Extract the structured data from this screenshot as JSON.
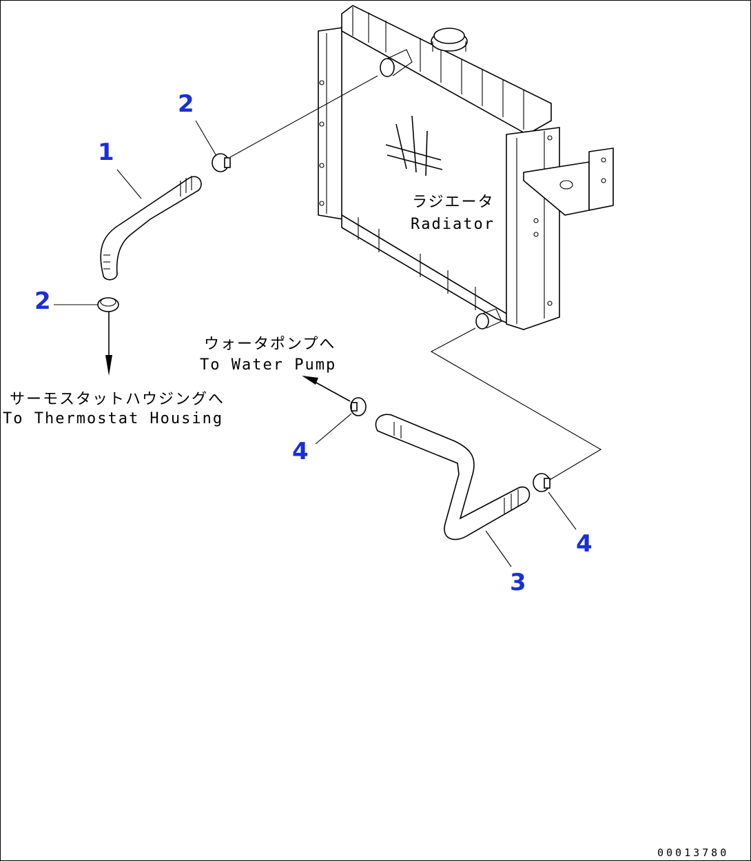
{
  "radiator_label": {
    "jp": "ラジエータ",
    "en": "Radiator"
  },
  "water_pump_label": {
    "jp": "ウォータポンプへ",
    "en": "To Water Pump"
  },
  "thermostat_label": {
    "jp": "サーモスタットハウジングへ",
    "en": "To Thermostat Housing"
  },
  "callouts": {
    "hose_upper": "1",
    "clamp_upper_top": "2",
    "clamp_upper_bottom": "2",
    "hose_lower": "3",
    "clamp_lower_left": "4",
    "clamp_lower_right": "4"
  },
  "drawing_code": "00013780",
  "colors": {
    "callout": "#1a2fd6",
    "line": "#000000",
    "background": "#ffffff"
  }
}
